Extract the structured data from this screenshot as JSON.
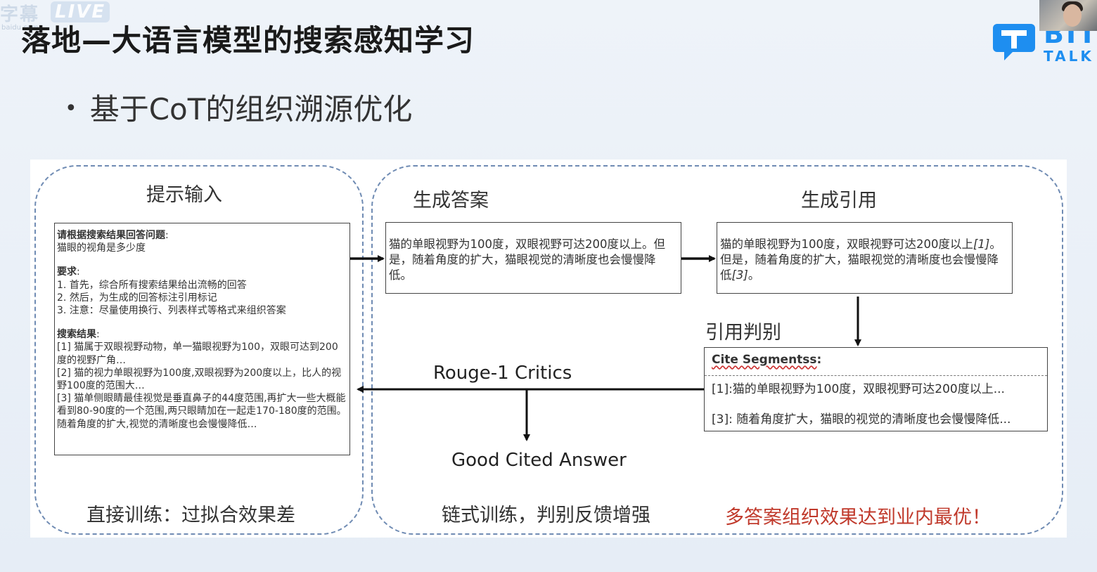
{
  "watermark": {
    "brand": "字幕",
    "live": "LIVE",
    "url": "baidu.com"
  },
  "slide": {
    "title": "落地—大语言模型的搜索感知学习",
    "bullet": "基于CoT的组织溯源优化"
  },
  "logo": {
    "line1": "BIT",
    "line2": "TALK",
    "accent": "#1e8ef0"
  },
  "diagram": {
    "sections": {
      "prompt_input": "提示输入",
      "generate_answer": "生成答案",
      "generate_citation": "生成引用",
      "citation_judgement": "引用判别"
    },
    "prompt_box": {
      "q_title": "请根据搜索结果回答问题",
      "q_colon": ":",
      "q_text": "猫眼的视角是多少度",
      "req_title": "要求",
      "req_colon": ":",
      "req_items": [
        "1. 首先，综合所有搜索结果给出流畅的回答",
        "2. 然后，为生成的回答标注引用标记",
        "3. 注意：尽量使用换行、列表样式等格式来组织答案"
      ],
      "results_title": "搜索结果",
      "results_colon": ":",
      "results": [
        "[1] 猫属于双眼视野动物，单一猫眼视野为100，双眼可达到200度的视野广角…",
        "[2] 猫的视力单眼视野为100度,双眼视野为200度以上，比人的视野100度的范围大…",
        "[3] 猫单侧眼睛最佳视觉是垂直鼻子的44度范围,再扩大一些大概能看到80-90度的一个范围,两只眼睛加在一起走170-180度的范围。随着角度的扩大,视觉的清晰度也会慢慢降低…"
      ]
    },
    "answer_box": "猫的单眼视野为100度，双眼视野可达200度以上。但是，随着角度的扩大，猫眼视觉的清晰度也会慢慢降低。",
    "citation_box": {
      "part1": "猫的单眼视野为100度，双眼视野可达200度以上",
      "ref1": "[1]",
      "part2": "。但是，随着角度的扩大，猫眼视觉的清晰度也会慢慢降低",
      "ref2": "[3]",
      "part3": "。"
    },
    "cite_segments": {
      "title": "Cite Segmentss",
      "colon": ":",
      "lines": [
        "[1]:猫的单眼视野为100度，双眼视野可达200度以上...",
        "[3]: 随着角度扩大，猫眼的视觉的清晰度也会慢慢降低..."
      ]
    },
    "critic_label": "Rouge-1 Critics",
    "good_answer_label": "Good Cited Answer",
    "footers": {
      "direct": "直接训练：过拟合效果差",
      "chain": "链式训练，判别反馈增强",
      "best": "多答案组织效果达到业内最优！"
    },
    "colors": {
      "dashed_border": "#6f8bb3",
      "highlight_red": "#c0392b"
    }
  }
}
